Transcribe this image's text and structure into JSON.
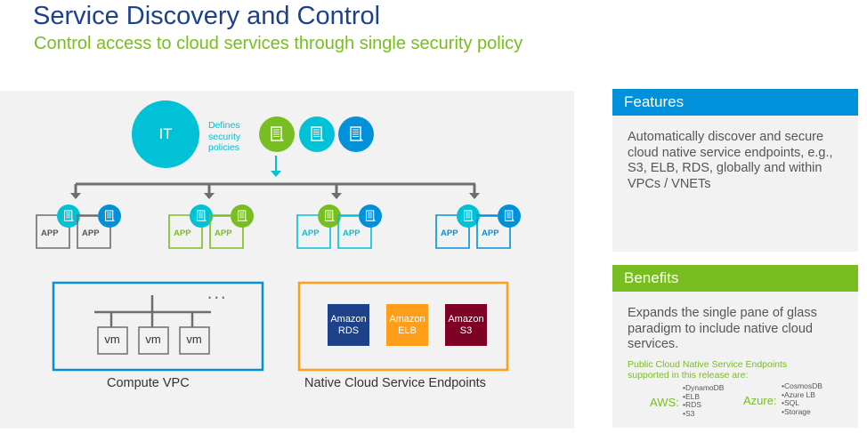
{
  "header": {
    "title": "Service Discovery and Control",
    "subtitle": "Control access to cloud services through single security policy"
  },
  "colors": {
    "title": "#1D428A",
    "accent_green": "#78BE20",
    "accent_cyan": "#00C1D5",
    "accent_blue": "#0091DA",
    "aws_rds": "#1D428A",
    "aws_elb": "#FF9E18",
    "aws_s3": "#7E0025",
    "connector_gray": "#6E6E6E",
    "compute_vpc_border": "#0091DA",
    "native_border": "#FF9E18"
  },
  "diagram": {
    "it_label": "IT",
    "defines_label": [
      "Defines",
      "security",
      "policies"
    ],
    "policy_icons": [
      {
        "name": "policy-green",
        "color": "green"
      },
      {
        "name": "policy-cyan",
        "color": "cyan"
      },
      {
        "name": "policy-blue",
        "color": "blue"
      }
    ],
    "app_groups": [
      {
        "border": "gray",
        "apps": [
          {
            "label": "APP",
            "policy": "cyan"
          },
          {
            "label": "APP",
            "policy": "blue"
          }
        ]
      },
      {
        "border": "green",
        "apps": [
          {
            "label": "APP",
            "policy": "cyan"
          },
          {
            "label": "APP",
            "policy": "green"
          }
        ]
      },
      {
        "border": "cyan",
        "apps": [
          {
            "label": "APP",
            "policy": "green"
          },
          {
            "label": "APP",
            "policy": "blue"
          }
        ]
      },
      {
        "border": "blue",
        "apps": [
          {
            "label": "APP",
            "policy": "cyan"
          },
          {
            "label": "APP",
            "policy": "blue"
          }
        ]
      }
    ],
    "compute_vpc": {
      "caption": "Compute VPC",
      "vms": [
        "vm",
        "vm",
        "vm"
      ],
      "ellipsis": "• • •"
    },
    "native_endpoints": {
      "caption": "Native Cloud Service Endpoints",
      "tiles": [
        {
          "line1": "Amazon",
          "line2": "RDS"
        },
        {
          "line1": "Amazon",
          "line2": "ELB"
        },
        {
          "line1": "Amazon",
          "line2": "S3"
        }
      ]
    }
  },
  "features": {
    "heading": "Features",
    "body": "Automatically discover and secure cloud native service endpoints, e.g., S3, ELB, RDS, globally and within VPCs / VNETs"
  },
  "benefits": {
    "heading": "Benefits",
    "body": "Expands the single pane of glass paradigm to include native cloud services.",
    "note": "Public Cloud Native Service Endpoints supported in this release are:",
    "aws": {
      "label": "AWS:",
      "services": [
        "DynamoDB",
        "ELB",
        "RDS",
        "S3"
      ]
    },
    "azure": {
      "label": "Azure:",
      "services": [
        "CosmosDB",
        "Azure LB",
        "SQL",
        "Storage"
      ]
    }
  }
}
